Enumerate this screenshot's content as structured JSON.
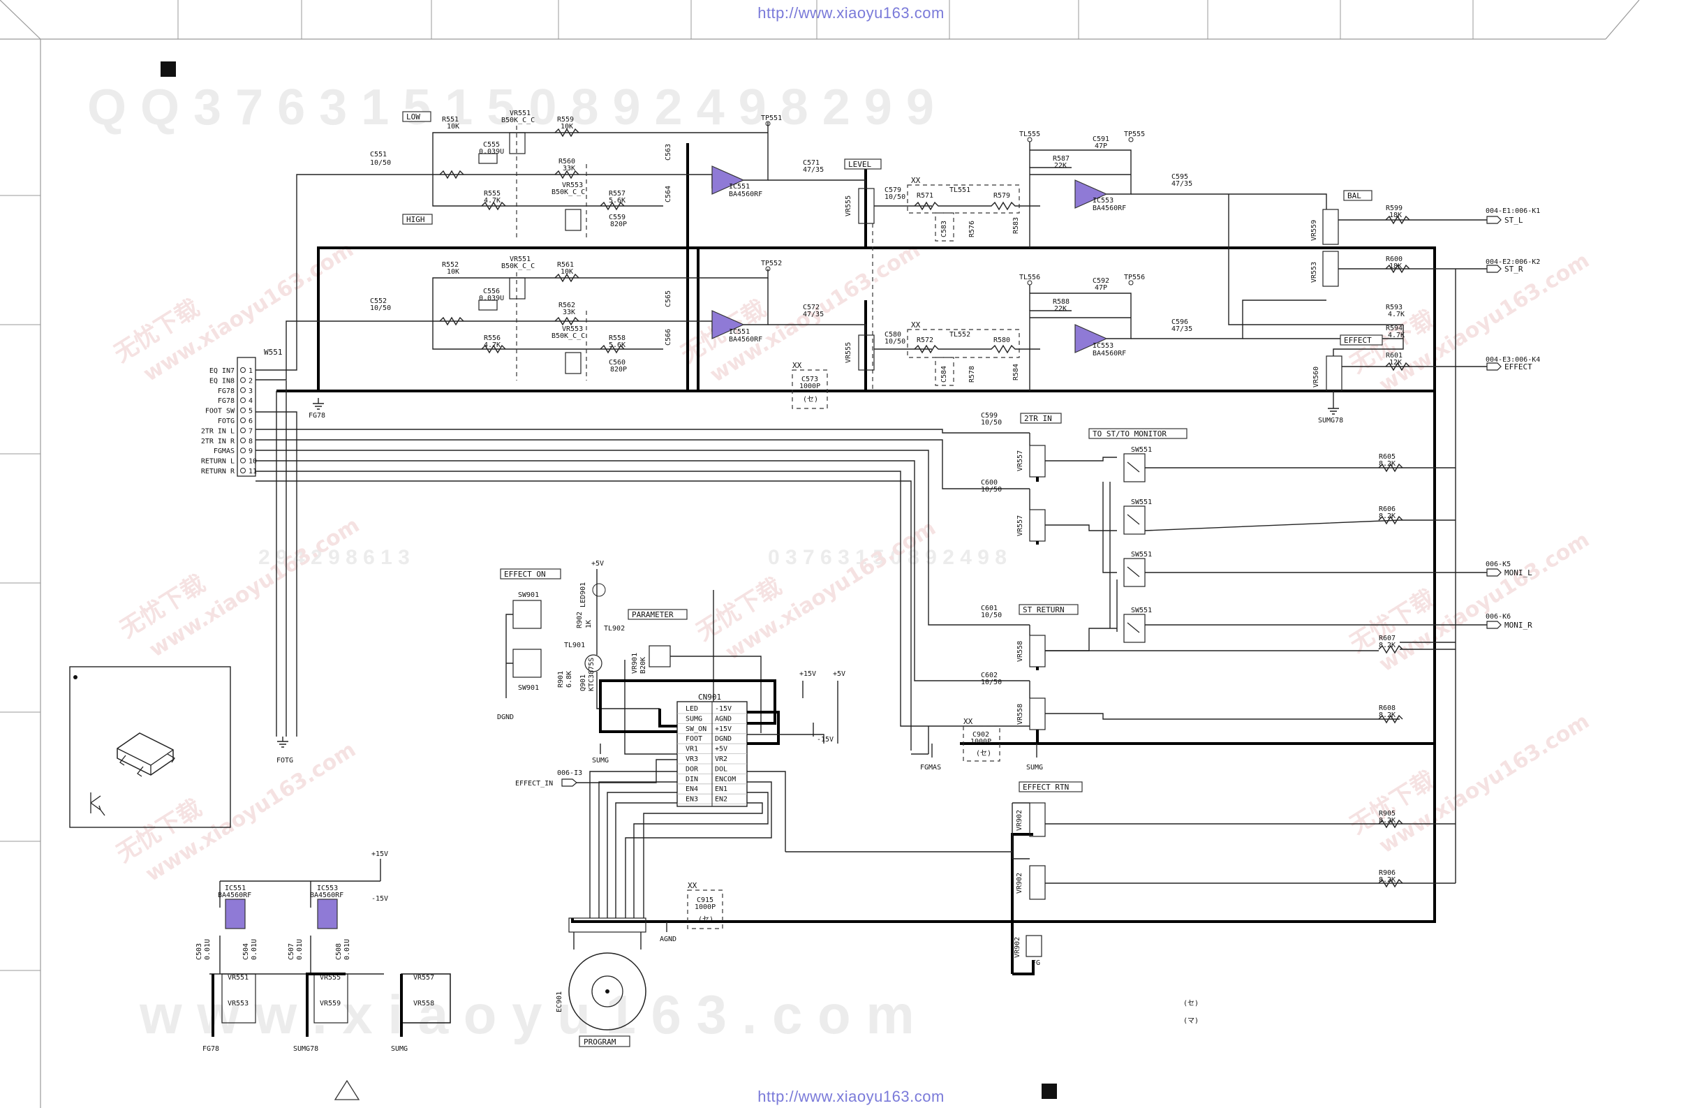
{
  "header": {
    "url_top": "http://www.xiaoyu163.com",
    "url_bottom": "http://www.xiaoyu163.com"
  },
  "watermarks": {
    "qq_row": "Q Q 3 7 6 3 1 5 1 5 0   8 9 2 4 9 8 2 9 9",
    "mid_row": "2 9 4 2 9 8 6 1 3",
    "mid_row2": "0 3 7 6 3 1 5 0 8 9 2 4 9 8",
    "bottom_row": "w w w . x i a o y u 1 6 3 . c o m",
    "diag_a": "无忧下载",
    "diag_b": "www.xiaoyu163.com"
  },
  "section_labels": {
    "low": "LOW",
    "high": "HIGH",
    "level": "LEVEL",
    "bal": "BAL",
    "effect": "EFFECT",
    "two_tr_in": "2TR IN",
    "to_st_monitor": "TO ST/TO MONITOR",
    "st_return": "ST RETURN",
    "effect_on": "EFFECT ON",
    "parameter": "PARAMETER",
    "effect_rtn": "EFFECT RTN",
    "program": "PROGRAM"
  },
  "connector_w551": {
    "name": "W551",
    "pins": [
      {
        "num": "1",
        "label": "EQ IN7"
      },
      {
        "num": "2",
        "label": "EQ IN8"
      },
      {
        "num": "3",
        "label": "FG78"
      },
      {
        "num": "4",
        "label": "FG78"
      },
      {
        "num": "5",
        "label": "FOOT SW"
      },
      {
        "num": "6",
        "label": "FOTG"
      },
      {
        "num": "7",
        "label": "2TR IN L"
      },
      {
        "num": "8",
        "label": "2TR IN R"
      },
      {
        "num": "9",
        "label": "FGMAS"
      },
      {
        "num": "10",
        "label": "RETURN L"
      },
      {
        "num": "11",
        "label": "RETURN R"
      }
    ]
  },
  "ground_labels": {
    "fg78": "FG78",
    "fotg": "FOTG",
    "sumg78": "SUMG78",
    "dgnd": "DGND",
    "sumg": "SUMG",
    "fgmas": "FGMAS",
    "sumg_b": "SUMG",
    "agnd": "AGND",
    "fg78_b": "FG78",
    "sumg78_b": "SUMG78",
    "sumg_c": "SUMG"
  },
  "ics": {
    "ic551a": "IC551",
    "ic551a_p": "BA4560RF",
    "ic551b": "IC551",
    "ic551b_p": "BA4560RF",
    "ic553a": "IC553",
    "ic553a_p": "BA4560RF",
    "ic553b": "IC553",
    "ic553b_p": "BA4560RF",
    "pwr_ic551": "IC551",
    "pwr_ic553": "IC553",
    "pwr_p": "BA4560RF",
    "pwr_p2": "BA4560RF"
  },
  "components": {
    "r551": "R551",
    "r551v": "10K",
    "vr551": "VR551",
    "vr551v": "B50K_C_C",
    "r559": "R559",
    "r559v": "10K",
    "c555": "C555",
    "c555v": "0.039U",
    "r560": "R560",
    "r560v": "33K",
    "vr553": "VR553",
    "vr553v": "B50K_C_C",
    "r555": "R555",
    "r555v": "4.7K",
    "r557": "R557",
    "r557v": "5.6K",
    "c559": "C559",
    "c559v": "820P",
    "c551": "C551",
    "c551v": "10/50",
    "c563": "C563",
    "c564": "C564",
    "tp551": "TP551",
    "c571": "C571",
    "c571v": "47/35",
    "vr555": "VR555",
    "c579": "C579",
    "c579v": "10/50",
    "r571": "R571",
    "r579": "R579",
    "tl551": "TL551",
    "c583": "C583",
    "r576": "R576",
    "r583": "R583",
    "tl555": "TL555",
    "c591": "C591",
    "c591v": "47P",
    "tp555": "TP555",
    "r587": "R587",
    "r587v": "22K",
    "c595": "C595",
    "c595v": "47/35",
    "vr559": "VR559",
    "r599": "R599",
    "r599v": "18K",
    "r552": "R552",
    "r552v": "10K",
    "r561": "R561",
    "r561v": "10K",
    "c556": "C556",
    "c556v": "0.039U",
    "r562": "R562",
    "r562v": "33K",
    "r556": "R556",
    "r556v": "4.7K",
    "r558": "R558",
    "r558v": "5.6K",
    "c560": "C560",
    "c560v": "820P",
    "c552": "C552",
    "c552v": "10/50",
    "c565": "C565",
    "c566": "C566",
    "tp552": "TP552",
    "c572": "C572",
    "c572v": "47/35",
    "c573": "C573",
    "c573v": "1000P",
    "c580": "C580",
    "c580v": "10/50",
    "r572": "R572",
    "r580": "R580",
    "tl552": "TL552",
    "c584": "C584",
    "r578": "R578",
    "r584": "R584",
    "tl556": "TL556",
    "c592": "C592",
    "c592v": "47P",
    "tp556": "TP556",
    "r588": "R588",
    "r588v": "22K",
    "c596": "C596",
    "c596v": "47/35",
    "vr553b": "VR553",
    "r600": "R600",
    "r600v": "18K",
    "r593": "R593",
    "r593v": "4.7K",
    "r594": "R594",
    "r594v": "4.7K",
    "vr560": "VR560",
    "r601": "R601",
    "r601v": "12K",
    "c599": "C599",
    "c599v": "10/50",
    "c600": "C600",
    "c600v": "10/50",
    "c601": "C601",
    "c601v": "10/50",
    "c602": "C602",
    "c602v": "10/50",
    "vr557a": "VR557",
    "vr557b": "VR557",
    "vr558a": "VR558",
    "vr558b": "VR558",
    "sw551": "SW551",
    "r605": "R605",
    "r605v": "8.2K",
    "r606": "R606",
    "r606v": "8.2K",
    "r607": "R607",
    "r607v": "8.2K",
    "r608": "R608",
    "r608v": "8.2K",
    "c902": "C902",
    "c902v": "1000P",
    "vr902a": "VR902",
    "vr902b": "VR902",
    "r905": "R905",
    "r905v": "8.2K",
    "r906": "R906",
    "r906v": "8.2K",
    "vr902c": "VR902",
    "sw901": "SW901",
    "sw901b": "SW901",
    "led901": "LED901",
    "r902": "R902",
    "r902v": "1K",
    "plus5v": "+5V",
    "tl901": "TL901",
    "tl902": "TL902",
    "q901": "Q901",
    "q901v": "KTC3875S",
    "r901": "R901",
    "r901v": "6.8K",
    "vr901": "VR901",
    "vr901v": "B20K",
    "cn901": "CN901",
    "p15a": "+15V",
    "p5v": "+5V",
    "m15v": "-15V",
    "effect_in": "EFFECT_IN",
    "effect_in_ref": "006-I3",
    "c915": "C915",
    "c915v": "1000P",
    "ec901": "EC901",
    "xx": "XX",
    "pwr_p15": "+15V",
    "pwr_m15": "-15V",
    "c503": "C503",
    "c503v": "0.01U",
    "c504": "C504",
    "c504v": "0.01U",
    "c507": "C507",
    "c507v": "0.01U",
    "c508": "C508",
    "c508v": "0.01U",
    "vr551p": "VR551",
    "vr553p": "VR553",
    "vr555p": "VR555",
    "vr559p": "VR559",
    "vr557p": "VR557",
    "vr558p": "VR558",
    "fg": "FG",
    "legend_1": "(セ)",
    "legend_2": "(マ)"
  },
  "cn901_pins": [
    {
      "l": "LED",
      "r": "-15V"
    },
    {
      "l": "SUMG",
      "r": "AGND"
    },
    {
      "l": "SW_ON",
      "r": "+15V"
    },
    {
      "l": "FOOT",
      "r": "DGND"
    },
    {
      "l": "VR1",
      "r": "+5V"
    },
    {
      "l": "VR3",
      "r": "VR2"
    },
    {
      "l": "DOR",
      "r": "DOL"
    },
    {
      "l": "DIN",
      "r": "ENCOM"
    },
    {
      "l": "EN4",
      "r": "EN1"
    },
    {
      "l": "EN3",
      "r": "EN2"
    }
  ],
  "outputs": {
    "st_l": "ST_L",
    "st_l_ref": "004-E1:006-K1",
    "st_r": "ST_R",
    "st_r_ref": "004-E2:006-K2",
    "effect": "EFFECT",
    "effect_ref": "004-E3:006-K4",
    "moni_l": "MONI_L",
    "moni_l_ref": "006-K5",
    "moni_r": "MONI_R",
    "moni_r_ref": "006-K6"
  }
}
